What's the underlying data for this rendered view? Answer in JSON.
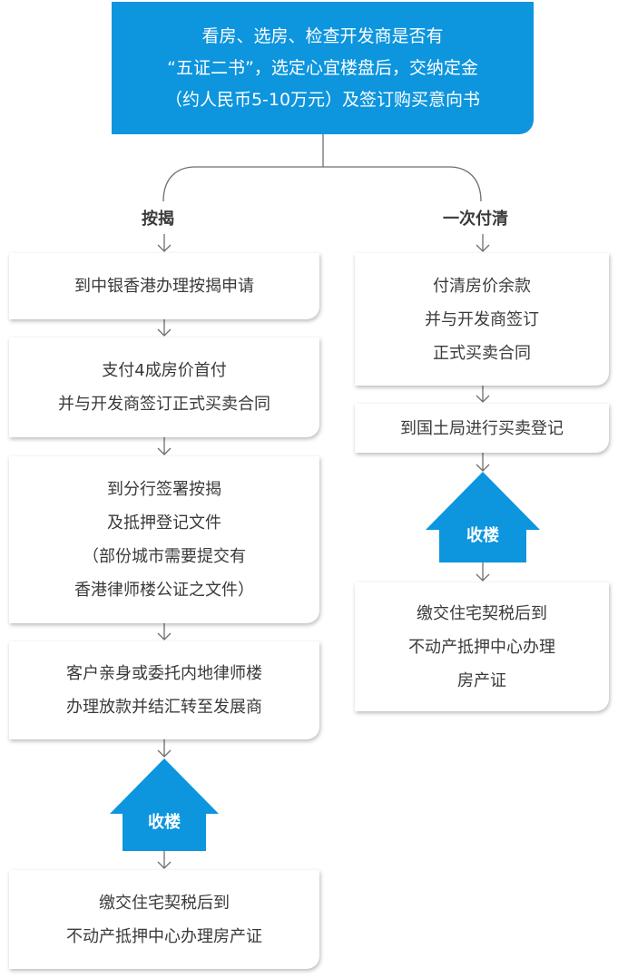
{
  "top": {
    "lines": [
      "看房、选房、检查开发商是否有",
      "“五证二书”，选定心宜楼盘后，交纳定金",
      "（约人民币5-10万元）及签订购买意向书"
    ]
  },
  "mortgage": {
    "label": "按揭",
    "steps": [
      {
        "lines": [
          "到中银香港办理按揭申请"
        ]
      },
      {
        "lines": [
          "支付4成房价首付",
          "并与开发商签订正式买卖合同"
        ]
      },
      {
        "lines": [
          "到分行签署按揭",
          "及抵押登记文件",
          "（部份城市需要提交有",
          "香港律师楼公证之文件）"
        ]
      },
      {
        "lines": [
          "客户亲身或委托内地律师楼",
          "办理放款并结汇转至发展商"
        ]
      }
    ],
    "house_label": "收楼",
    "final": {
      "lines": [
        "缴交住宅契税后到",
        "不动产抵押中心办理房产证"
      ]
    }
  },
  "full_payment": {
    "label": "一次付清",
    "steps": [
      {
        "lines": [
          "付清房价余款",
          "并与开发商签订",
          "正式买卖合同"
        ]
      },
      {
        "lines": [
          "到国土局进行买卖登记"
        ]
      }
    ],
    "house_label": "收楼",
    "final": {
      "lines": [
        "缴交住宅契税后到",
        "不动产抵押中心办理",
        "房产证"
      ]
    }
  },
  "colors": {
    "accent": "#0d95de",
    "line": "#6e6e6e",
    "text": "#3a3a3a"
  }
}
